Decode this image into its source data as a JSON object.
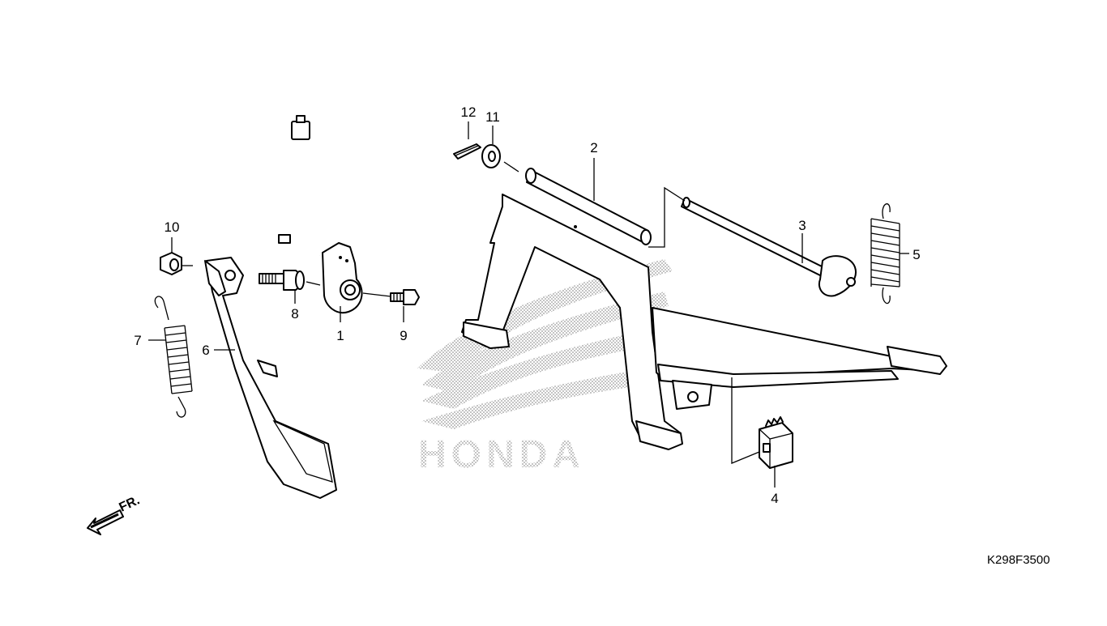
{
  "diagram": {
    "callouts": [
      {
        "id": "1",
        "label": "1"
      },
      {
        "id": "2",
        "label": "2"
      },
      {
        "id": "3",
        "label": "3"
      },
      {
        "id": "4",
        "label": "4"
      },
      {
        "id": "5",
        "label": "5"
      },
      {
        "id": "6",
        "label": "6"
      },
      {
        "id": "7",
        "label": "7"
      },
      {
        "id": "8",
        "label": "8"
      },
      {
        "id": "9",
        "label": "9"
      },
      {
        "id": "10",
        "label": "10"
      },
      {
        "id": "11",
        "label": "11"
      },
      {
        "id": "12",
        "label": "12"
      }
    ],
    "watermark": "HONDA",
    "direction_label": "FR.",
    "drawing_code": "K298F3500",
    "colors": {
      "line": "#000000",
      "background": "#ffffff",
      "watermark": "#9a9a9a"
    }
  }
}
